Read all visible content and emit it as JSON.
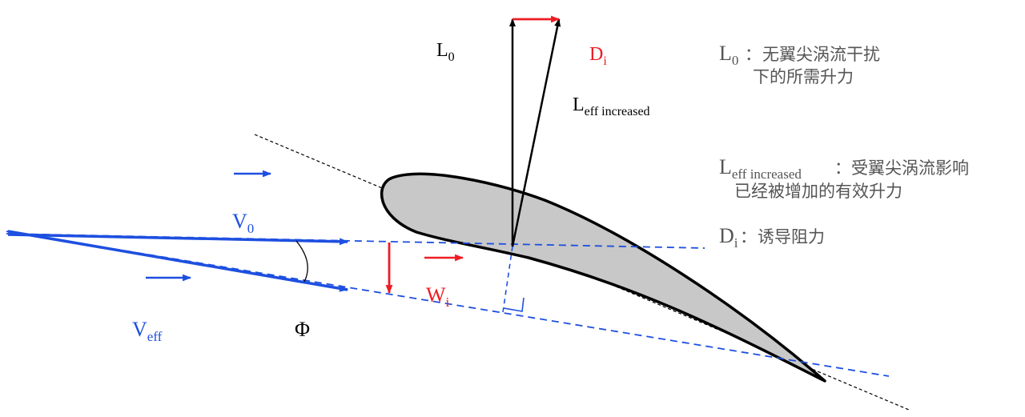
{
  "labels": {
    "l0": "L",
    "l0_sub": "0",
    "di": "D",
    "di_sub": "i",
    "leff": "L",
    "leff_sub": "eff increased",
    "v0": "V",
    "v0_sub": "0",
    "veff": "V",
    "veff_sub": "eff",
    "wi": "W",
    "wi_sub": "i",
    "phi": "Φ"
  },
  "legend": {
    "l0": {
      "symbol": "L",
      "sub": "0",
      "colon": "：",
      "line1": "无翼尖涡流干扰",
      "line2": "下的所需升力"
    },
    "leff": {
      "symbol": "L",
      "sub": "eff increased",
      "colon": "：",
      "line1": "受翼尖涡流影响",
      "line2": "已经被增加的有效升力"
    },
    "di": {
      "symbol": "D",
      "sub": "i",
      "colon": "：",
      "line1": "诱导阻力"
    }
  },
  "colors": {
    "blue": "#1d4fe0",
    "red": "#ee1c24",
    "black": "#000000",
    "airfoil_fill": "#c8c8c8",
    "legend_text": "#555555"
  }
}
